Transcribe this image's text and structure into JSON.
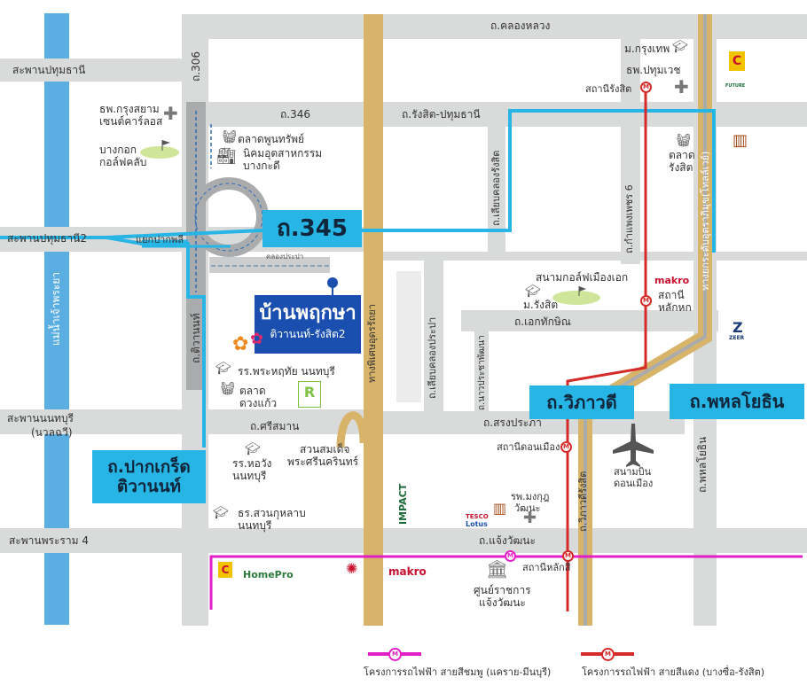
{
  "roads": {
    "khlong_luang": "ถ.คลองหลวง",
    "saphan_pathum_thani": "สะพานปทุมธานี",
    "r306": "ถ.306",
    "r346": "ถ.346",
    "rangsit_pathum": "ถ.รังสิต-ปทุมธานี",
    "saphan_pathum_thani_2": "สะพานปทุมธานี2",
    "yaek_pak_phli": "แยกปากพลี",
    "chao_phraya": "แม่น้ำเจ้าพระยา",
    "tiwanon": "ถ.ติวานนท์",
    "saphan_nonthaburi": "สะพานนนทบุรี",
    "nuan_chawi": "(นวลฉวี)",
    "sri_sanan": "ถ.ศรีสมาน",
    "saphan_rama4": "สะพานพระราม 4",
    "chaeng_watthana": "ถ.แจ้งวัฒนะ",
    "sieb_khlong_rangsit": "ถ.เลียบคลองรังสิต",
    "kamphaeng_phet_6": "ถ.กำแพงเพชร 6",
    "ek_thakhin": "ถ.เอกทักษิณ",
    "sieb_khlong_prapa": "ถ.เลียบคลองประปา",
    "nawa_prachaphathana": "ถ.นาวประชาพัฒนา",
    "song_prapha": "ถ.สรงประภา",
    "vibhavadi_small": "ถ.วิภาวดีรังสิต",
    "phahon_small": "ถ.พหลโยธิน",
    "highway_phahon": "ทางยกระดับอุตราภิมุข(โทลล์เวย์)",
    "highway_uttra": "ทางพิเศษอุดรรัถยา",
    "khlong_prapa_top": "คลองประปา"
  },
  "big_labels": {
    "r345": "ถ.345",
    "pak_kret_tiwanon": [
      "ถ.ปากเกร็ด",
      "ติวานนท์"
    ],
    "vibhavadi": "ถ.วิภาวดี",
    "phahon": "ถ.พหลโยธิน"
  },
  "project": {
    "name": "บ้านพฤกษา",
    "sub": "ติวานนท์-รังสิต2"
  },
  "places": {
    "m_krungthep": "ม.กรุงเทพ",
    "tha_pathumwet": "ธพ.ปทุมเวช",
    "station_rangsit": "สถานีรังสิต",
    "krungsiam_hosp": [
      "ธพ.กรุงสยาม",
      "เซนต์คาร์ลอส"
    ],
    "bangkok_golf": [
      "บางกอก",
      "กอล์ฟคลับ"
    ],
    "talad_phunsap": "ตลาดพูนทรัพย์",
    "nikhom": [
      "นิคมอุตสาหกรรม",
      "บางกะดี"
    ],
    "talad_rangsit": [
      "ตลาด",
      "รังสิต"
    ],
    "golf_muang_ake": "สนามกอล์ฟเมืองเอก",
    "m_rangsit": "ม.รังสิต",
    "station_lak_hok": [
      "สถานี",
      "หลักหก"
    ],
    "school_phrahruthai": "รร.พระหฤทัย นนทบุรี",
    "talad_duangkaew": [
      "ตลาด",
      "ดวงแก้ว"
    ],
    "school_horwang": [
      "รร.หอวัง",
      "นนทบุรี"
    ],
    "suan_somdet": [
      "สวนสมเด็จ",
      "พระศรีนครินทร์"
    ],
    "school_suankularb": [
      "ธร.สวนกุหลาบ",
      "นนทบุรี"
    ],
    "station_don_mueang": "สถานีดอนเมือง",
    "airport": [
      "สนามบิน",
      "ดอนเมือง"
    ],
    "hosp_mongkut": [
      "รพ.มงกุฎ",
      "วัฒนะ"
    ],
    "station_lak_si": "สถานีหลักสี่",
    "govt_center": [
      "ศูนย์ราชการ",
      "แจ้งวัฒนะ"
    ]
  },
  "brands": {
    "makro": "makro",
    "homepro": "HomePro",
    "tesco": "TESCO",
    "lotus": "Lotus",
    "impact": "IMPACT",
    "zeer": "ZEER",
    "future": "FUTURE",
    "big_c": "C"
  },
  "legend": {
    "pink": "โครงการรถไฟฟ้า สายสีชมพู (แคราย-มีนบุรี)",
    "red": "โครงการรถไฟฟ้า สายสีแดง (บางซื่อ-รังสิต)",
    "metro_symbol": "M"
  },
  "colors": {
    "road": "#d9dada",
    "road_major": "#a9abad",
    "highway": "#d7b46a",
    "river": "#5aaee1",
    "route": "#27b5e6",
    "red_line": "#d42a2a",
    "pink_line": "#e21fc6",
    "project_blue": "#1a4fb0"
  }
}
